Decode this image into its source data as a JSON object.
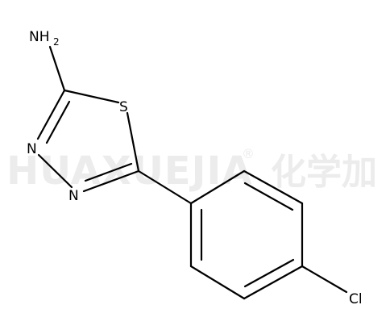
{
  "molecule": {
    "atoms": {
      "nh2": {
        "element": "NH",
        "subscript": "2"
      },
      "s": {
        "element": "S"
      },
      "n1": {
        "element": "N"
      },
      "n2": {
        "element": "N"
      },
      "cl": {
        "element": "Cl"
      }
    }
  },
  "watermark": {
    "latin": "HUAXUEJIA",
    "registered": "®",
    "cjk": "化学加"
  }
}
